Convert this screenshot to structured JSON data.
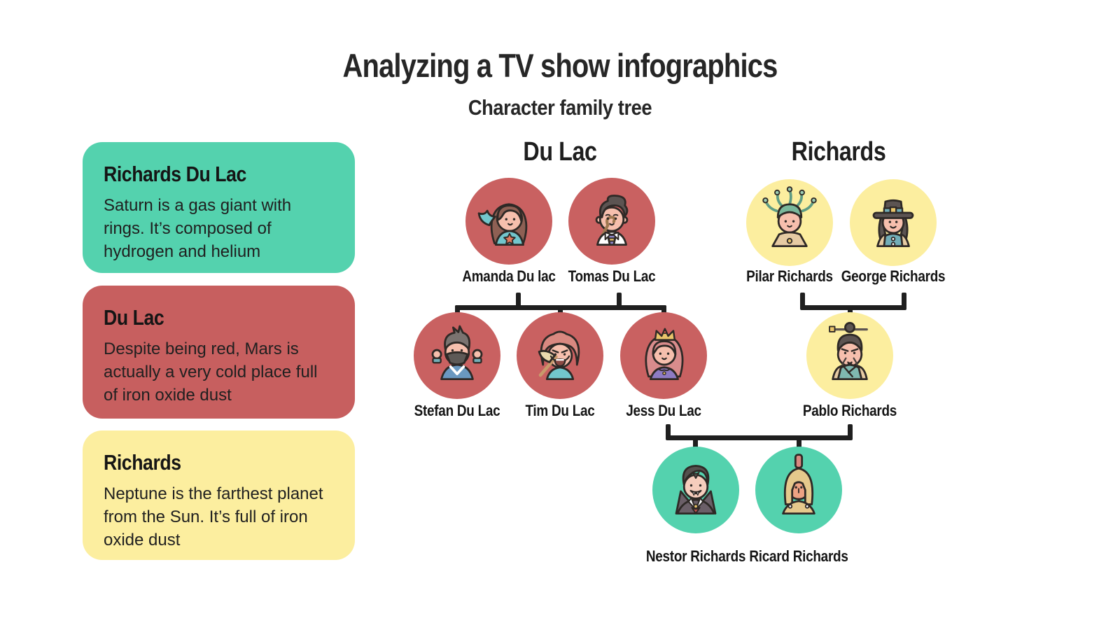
{
  "page": {
    "title": "Analyzing a TV show infographics",
    "subtitle": "Character family tree"
  },
  "legend": [
    {
      "title": "Richards Du Lac",
      "body": "Saturn is a gas giant with rings. It’s composed of hydrogen and helium",
      "color": "#54d2ae"
    },
    {
      "title": "Du Lac",
      "body": "Despite being red, Mars is actually a very cold place full of iron oxide dust",
      "color": "#c75f5f"
    },
    {
      "title": "Richards",
      "body": "Neptune is the farthest planet from the Sun. It’s full of iron oxide dust",
      "color": "#fcee9f"
    }
  ],
  "tree": {
    "family_headers": [
      {
        "label": "Du Lac"
      },
      {
        "label": "Richards"
      }
    ],
    "persons": {
      "amanda": {
        "name": "Amanda Du lac",
        "avatar": "mermaid-icon",
        "circle_color": "#c96161"
      },
      "tomas": {
        "name": "Tomas Du Lac",
        "avatar": "crooner-icon",
        "circle_color": "#c96161"
      },
      "pilar": {
        "name": "Pilar Richards",
        "avatar": "medusa-icon",
        "circle_color": "#fcee9f"
      },
      "george": {
        "name": "George Richards",
        "avatar": "pilgrim-icon",
        "circle_color": "#fcee9f"
      },
      "stefan": {
        "name": "Stefan Du Lac",
        "avatar": "masked-rogue-icon",
        "circle_color": "#c96161"
      },
      "tim": {
        "name": "Tim Du Lac",
        "avatar": "barbarian-icon",
        "circle_color": "#c96161"
      },
      "jess": {
        "name": "Jess Du Lac",
        "avatar": "princess-icon",
        "circle_color": "#c96161"
      },
      "pablo": {
        "name": "Pablo Richards",
        "avatar": "emperor-icon",
        "circle_color": "#fcee9f"
      },
      "nestor": {
        "name": "Nestor Richards",
        "avatar": "vampire-icon",
        "circle_color": "#54d2ae"
      },
      "ricard": {
        "name": "Ricard Richards",
        "avatar": "spartan-icon",
        "circle_color": "#54d2ae"
      }
    }
  },
  "colors": {
    "background": "#ffffff",
    "text": "#1e1e1e",
    "connector_line": "#1f1f1f",
    "green": "#54d2ae",
    "red": "#c96161",
    "yellow": "#fcee9f"
  }
}
